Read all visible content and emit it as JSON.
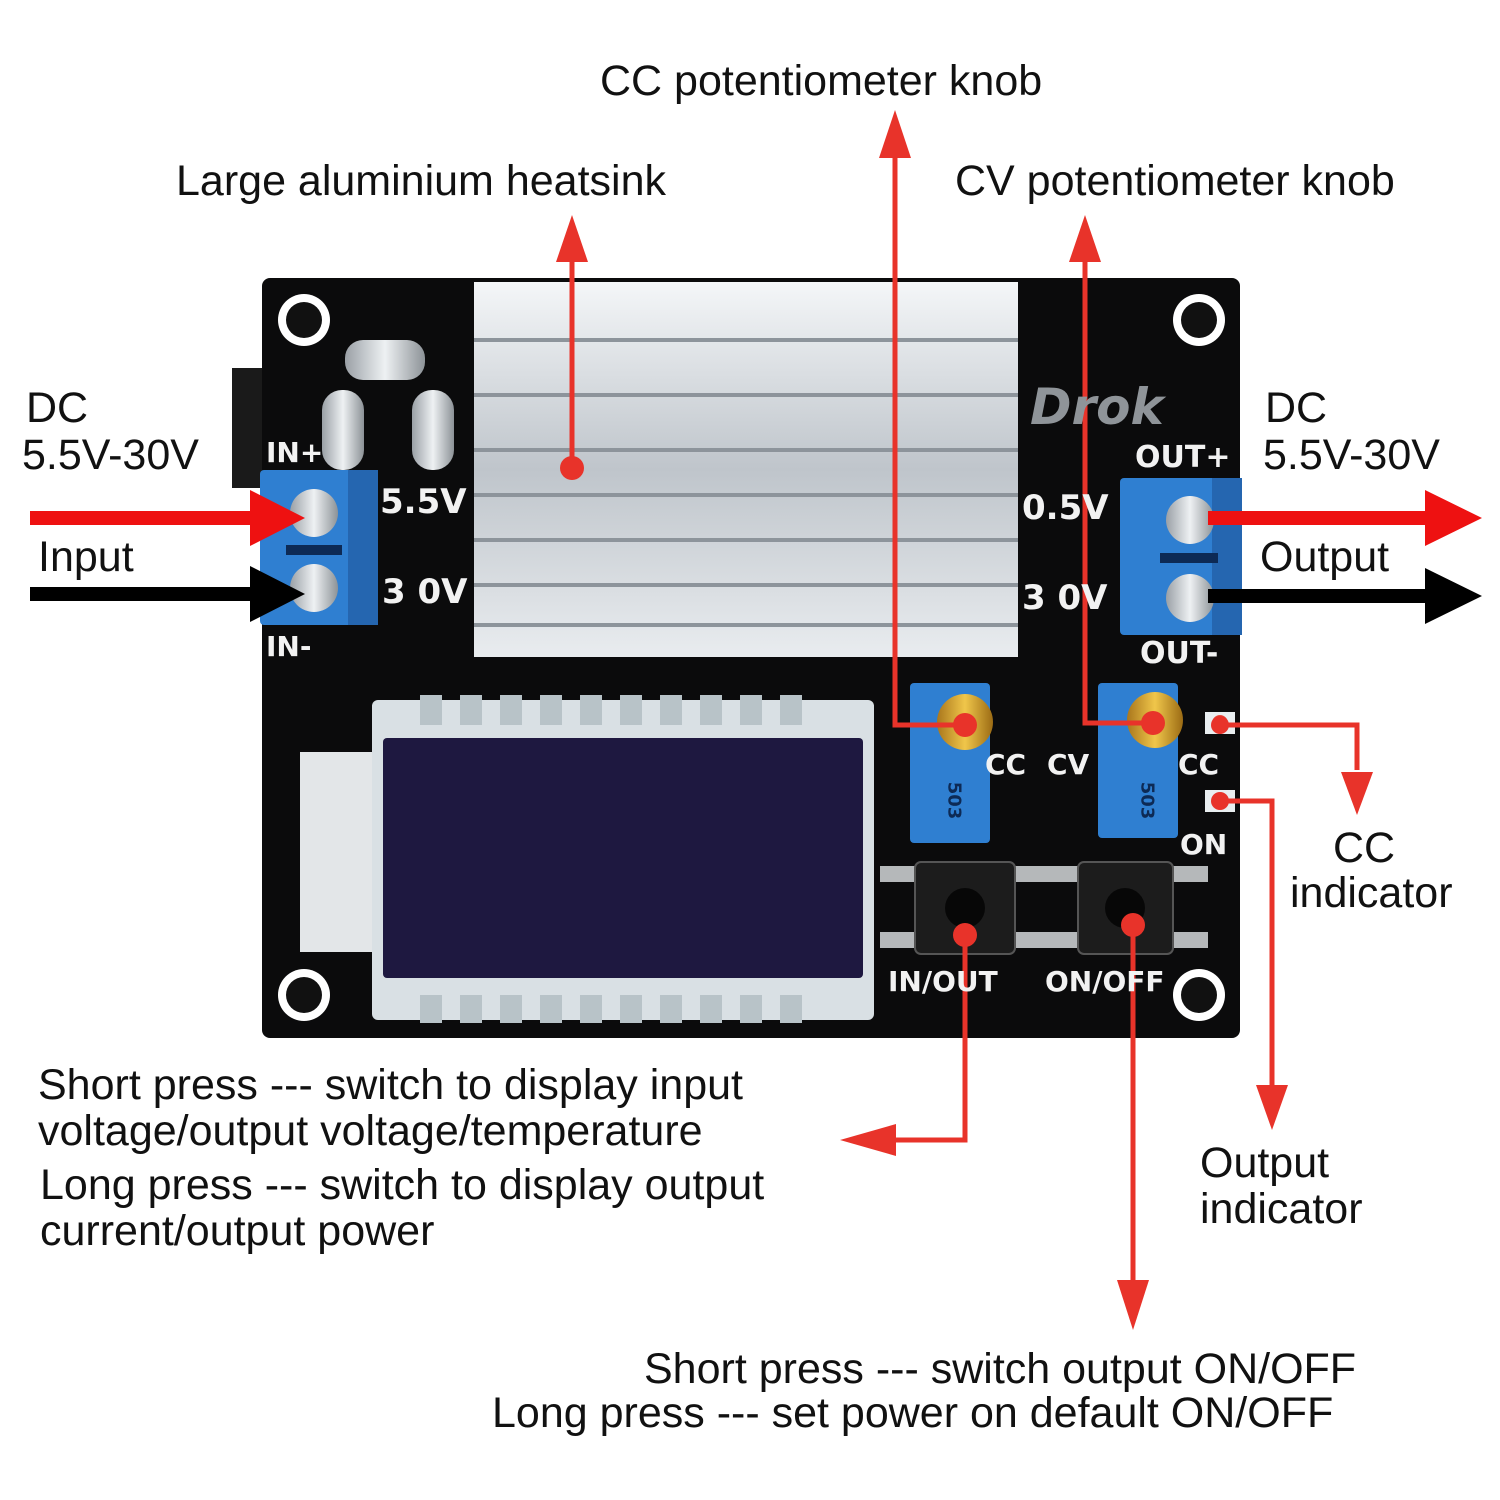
{
  "callouts": {
    "cc_knob": "CC potentiometer knob",
    "heatsink": "Large aluminium heatsink",
    "cv_knob": "CV potentiometer knob",
    "input_dc": "DC",
    "input_range": "5.5V-30V",
    "input_label": "Input",
    "output_dc": "DC",
    "output_range": "5.5V-30V",
    "output_label": "Output",
    "cc_indicator_1": "CC",
    "cc_indicator_2": "indicator",
    "output_indicator_1": "Output",
    "output_indicator_2": "indicator",
    "inout_btn_1": "Short press --- switch to display input",
    "inout_btn_2": "voltage/output voltage/temperature",
    "inout_btn_3": "Long press --- switch to display output",
    "inout_btn_4": "current/output power",
    "onoff_btn_1": "Short press --- switch output ON/OFF",
    "onoff_btn_2": "Long press --- set power on default ON/OFF"
  },
  "board": {
    "in_plus": "IN+",
    "in_minus": "IN-",
    "out_plus": "OUT+",
    "out_minus": "OUT-",
    "in_range_top": "5.5V",
    "in_range_bottom": "3 0V",
    "out_range_top": "0.5V",
    "out_range_bottom": "3 0V",
    "brand": "Drok",
    "cc": "CC",
    "cv": "CV",
    "cc2": "CC",
    "on": "ON",
    "btn_inout": "IN/OUT",
    "btn_onoff": "ON/OFF",
    "pot_code": "503"
  },
  "colors": {
    "arrow_red": "#e8332a",
    "input_red": "#ee1111",
    "pcb": "#0b0b0c",
    "terminal_blue": "#2f7fd1",
    "lcd": "#1e1840"
  }
}
